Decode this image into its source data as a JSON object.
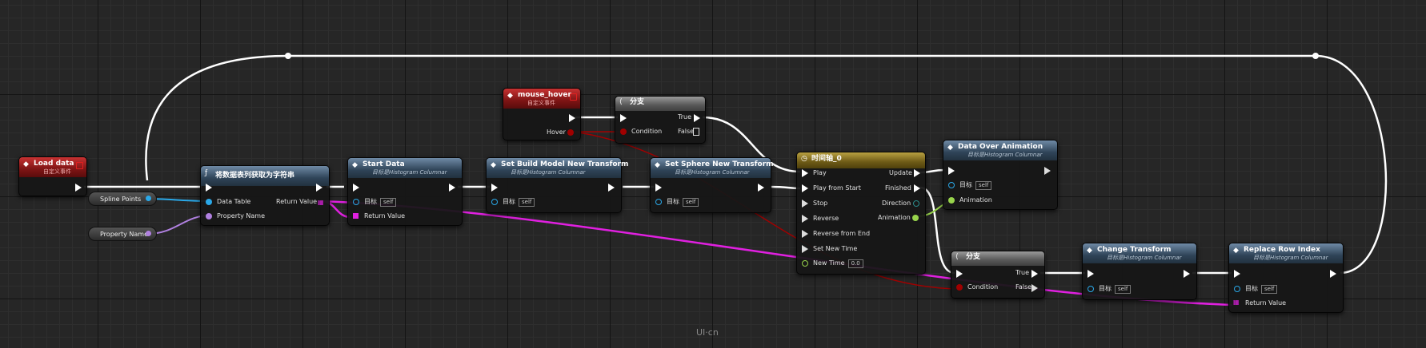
{
  "nodes": {
    "load_data": {
      "title": "Load data",
      "subtitle": "自定义事件"
    },
    "get_table": {
      "title": "将数据表列获取为字符串",
      "pins": {
        "data_table": "Data Table",
        "property_name": "Property Name",
        "return_value": "Return Value"
      }
    },
    "spline_points": {
      "label": "Spline Points"
    },
    "property_name_var": {
      "label": "Property Name"
    },
    "start_data": {
      "title": "Start Data",
      "subtitle": "目标是Histogram Columnar",
      "pins": {
        "target": "目标",
        "self": "self",
        "return_value": "Return Value"
      }
    },
    "set_build_model": {
      "title": "Set Build Model New Transform",
      "subtitle": "目标是Histogram Columnar",
      "pins": {
        "target": "目标",
        "self": "self"
      }
    },
    "set_sphere": {
      "title": "Set Sphere New Transform",
      "subtitle": "目标是Histogram Columnar",
      "pins": {
        "target": "目标",
        "self": "self"
      }
    },
    "mouse_hover": {
      "title": "mouse_hover",
      "subtitle": "自定义事件",
      "pins": {
        "hover": "Hover"
      }
    },
    "branch_top": {
      "title": "分支",
      "pins": {
        "condition": "Condition",
        "true": "True",
        "false": "False"
      }
    },
    "timeline": {
      "title": "时间轴_0",
      "pins": {
        "play": "Play",
        "play_from_start": "Play from Start",
        "stop": "Stop",
        "reverse": "Reverse",
        "reverse_from_end": "Reverse from End",
        "set_new_time": "Set New Time",
        "new_time": "New Time",
        "new_time_value": "0.0",
        "update": "Update",
        "finished": "Finished",
        "direction": "Direction",
        "animation": "Animation"
      }
    },
    "data_over": {
      "title": "Data Over Animation",
      "subtitle": "目标是Histogram Columnar",
      "pins": {
        "target": "目标",
        "self": "self",
        "animation": "Animation"
      }
    },
    "branch_bottom": {
      "title": "分支",
      "pins": {
        "condition": "Condition",
        "true": "True",
        "false": "False"
      }
    },
    "change_transform": {
      "title": "Change Transform",
      "subtitle": "目标是Histogram Columnar",
      "pins": {
        "target": "目标",
        "self": "self"
      }
    },
    "replace_row": {
      "title": "Replace Row Index",
      "subtitle": "目标是Histogram Columnar",
      "pins": {
        "target": "目标",
        "self": "self",
        "return_value": "Return Value"
      }
    }
  },
  "watermark": "UI·cn",
  "colors": {
    "exec": "#ffffff",
    "struct": "#e020e0",
    "object": "#2aa8e8",
    "bool": "#a00000",
    "name": "#b080e0",
    "float": "#98d44c"
  }
}
